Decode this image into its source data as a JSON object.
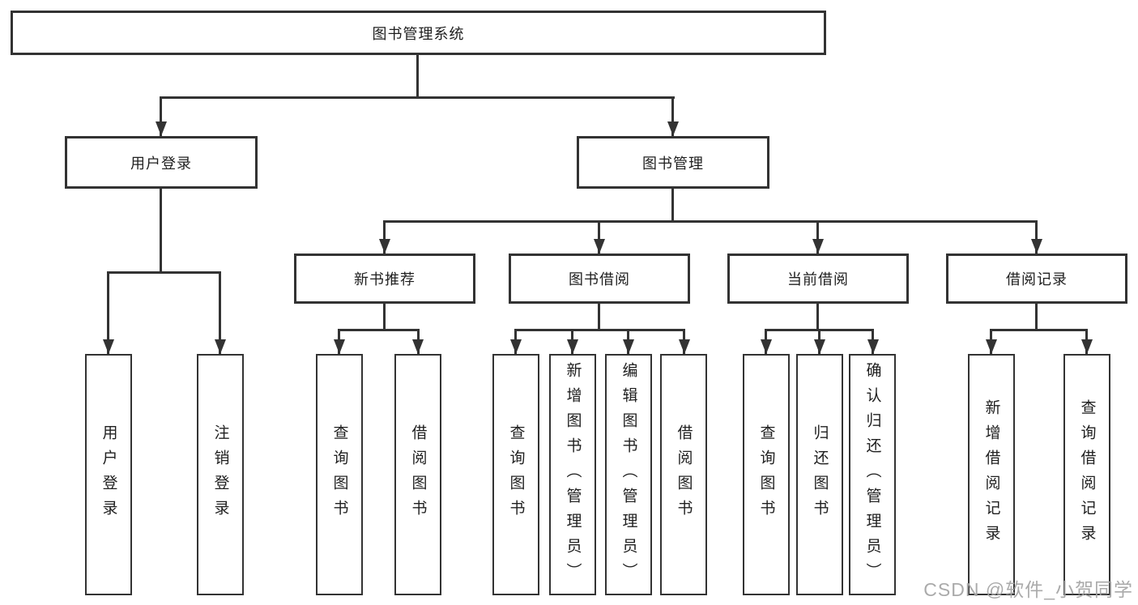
{
  "diagram": {
    "title_node": {
      "label": "图书管理系统"
    },
    "level2": [
      {
        "label": "用户登录"
      },
      {
        "label": "图书管理"
      }
    ],
    "level3": [
      {
        "label": "新书推荐"
      },
      {
        "label": "图书借阅"
      },
      {
        "label": "当前借阅"
      },
      {
        "label": "借阅记录"
      }
    ],
    "leaves": {
      "user_login": [
        {
          "label": "用户登录"
        },
        {
          "label": "注销登录"
        }
      ],
      "new_book": [
        {
          "label": "查询图书"
        },
        {
          "label": "借阅图书"
        }
      ],
      "book_borrow": [
        {
          "label": "查询图书"
        },
        {
          "label": "新增图书（管理员）"
        },
        {
          "label": "编辑图书（管理员）"
        },
        {
          "label": "借阅图书"
        }
      ],
      "current_borrow": [
        {
          "label": "查询图书"
        },
        {
          "label": "归还图书"
        },
        {
          "label": "确认归还（管理员）"
        }
      ],
      "borrow_records": [
        {
          "label": "新增借阅记录"
        },
        {
          "label": "查询借阅记录"
        }
      ]
    }
  },
  "watermark": {
    "text": "CSDN @软件_小贺同学"
  },
  "colors": {
    "line": "#333333",
    "box_border": "#333333",
    "box_fill": "#ffffff",
    "text": "#1f1f1f",
    "watermark": "#a5a5a5"
  }
}
